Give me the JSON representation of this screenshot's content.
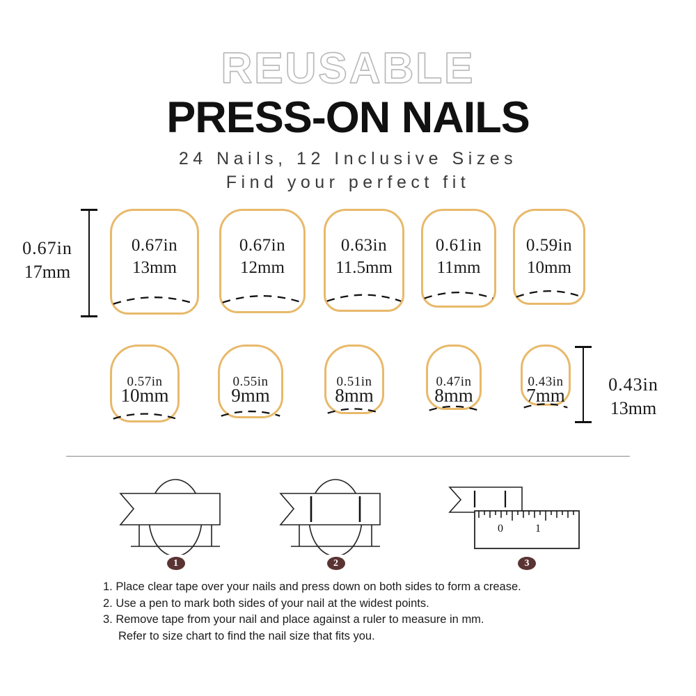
{
  "header": {
    "outline_title": "REUSABLE",
    "main_title": "PRESS-ON NAILS",
    "subtitle_1": "24 Nails, 12 Inclusive Sizes",
    "subtitle_2": "Find your perfect fit"
  },
  "colors": {
    "nail_outline": "#e8b96a",
    "badge": "#5a3433",
    "text": "#1a1a1a",
    "divider": "#8a8a8a",
    "outline_title": "#bdbdbd"
  },
  "size_chart": {
    "left_measure": {
      "inch": "0.67in",
      "mm": "17mm"
    },
    "right_measure": {
      "inch": "0.43in",
      "mm": "13mm"
    },
    "row1": [
      {
        "inch": "0.67in",
        "mm": "13mm"
      },
      {
        "inch": "0.67in",
        "mm": "12mm"
      },
      {
        "inch": "0.63in",
        "mm": "11.5mm"
      },
      {
        "inch": "0.61in",
        "mm": "11mm"
      },
      {
        "inch": "0.59in",
        "mm": "10mm"
      }
    ],
    "row2": [
      {
        "inch": "0.57in",
        "mm": "10mm"
      },
      {
        "inch": "0.55in",
        "mm": "9mm"
      },
      {
        "inch": "0.51in",
        "mm": "8mm"
      },
      {
        "inch": "0.47in",
        "mm": "8mm"
      },
      {
        "inch": "0.43in",
        "mm": "7mm"
      }
    ]
  },
  "steps": [
    {
      "badge": "1"
    },
    {
      "badge": "2"
    },
    {
      "badge": "3"
    }
  ],
  "ruler": {
    "tick_label_0": "0",
    "tick_label_1": "1"
  },
  "instructions": [
    "1. Place clear tape over your nails and press down on both sides to form a crease.",
    "2. Use a pen to mark both sides of your nail at the widest points.",
    "3. Remove tape from your nail and place against a ruler to measure in mm.",
    "Refer to size chart to find the nail size that fits you."
  ]
}
